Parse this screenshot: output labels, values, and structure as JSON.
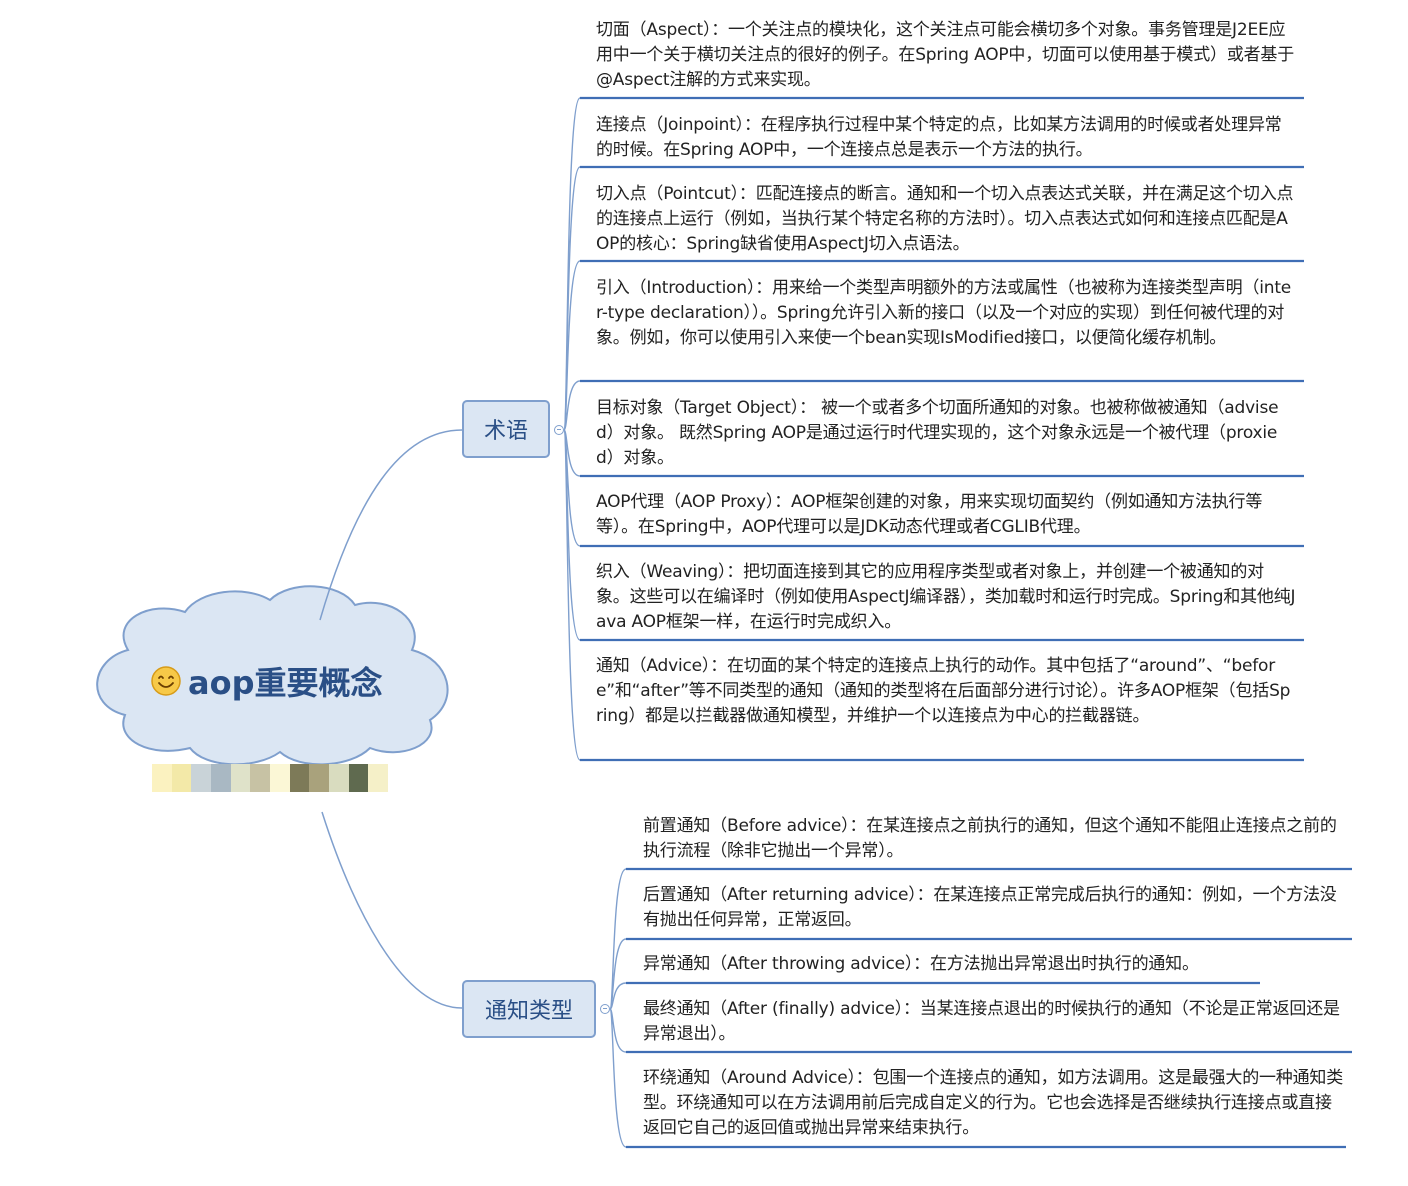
{
  "central_topic": {
    "emoji_icon": "smiling-face-icon",
    "title": "aop重要概念"
  },
  "branches": [
    {
      "label": "术语",
      "items": [
        "切面（Aspect）：一个关注点的模块化，这个关注点可能会横切多个对象。事务管理是J2EE应用中一个关于横切关注点的很好的例子。在Spring AOP中，切面可以使用基于模式）或者基于@Aspect注解的方式来实现。",
        "连接点（Joinpoint）：在程序执行过程中某个特定的点，比如某方法调用的时候或者处理异常的时候。在Spring AOP中，一个连接点总是表示一个方法的执行。",
        "切入点（Pointcut）：匹配连接点的断言。通知和一个切入点表达式关联，并在满足这个切入点的连接点上运行（例如，当执行某个特定名称的方法时）。切入点表达式如何和连接点匹配是AOP的核心：Spring缺省使用AspectJ切入点语法。",
        "引入（Introduction）：用来给一个类型声明额外的方法或属性（也被称为连接类型声明（inter-type declaration））。Spring允许引入新的接口（以及一个对应的实现）到任何被代理的对象。例如，你可以使用引入来使一个bean实现IsModified接口，以便简化缓存机制。",
        "目标对象（Target Object）： 被一个或者多个切面所通知的对象。也被称做被通知（advised）对象。 既然Spring AOP是通过运行时代理实现的，这个对象永远是一个被代理（proxied）对象。",
        "AOP代理（AOP Proxy）：AOP框架创建的对象，用来实现切面契约（例如通知方法执行等等）。在Spring中，AOP代理可以是JDK动态代理或者CGLIB代理。",
        "织入（Weaving）：把切面连接到其它的应用程序类型或者对象上，并创建一个被通知的对象。这些可以在编译时（例如使用AspectJ编译器），类加载时和运行时完成。Spring和其他纯Java AOP框架一样，在运行时完成织入。",
        "通知（Advice）：在切面的某个特定的连接点上执行的动作。其中包括了“around”、“before”和“after”等不同类型的通知（通知的类型将在后面部分进行讨论）。许多AOP框架（包括Spring）都是以拦截器做通知模型，并维护一个以连接点为中心的拦截器链。"
      ]
    },
    {
      "label": "通知类型",
      "items": [
        "前置通知（Before advice）：在某连接点之前执行的通知，但这个通知不能阻止连接点之前的执行流程（除非它抛出一个异常）。",
        "后置通知（After returning advice）：在某连接点正常完成后执行的通知：例如，一个方法没有抛出任何异常，正常返回。",
        "异常通知（After throwing advice）：在方法抛出异常退出时执行的通知。",
        "最终通知（After (finally) advice）：当某连接点退出的时候执行的通知（不论是正常返回还是异常退出）。",
        "环绕通知（Around Advice）：包围一个连接点的通知，如方法调用。这是最强大的一种通知类型。环绕通知可以在方法调用前后完成自定义的行为。它也会选择是否继续执行连接点或直接返回它自己的返回值或抛出异常来结束执行。"
      ]
    }
  ],
  "colors": {
    "line": "#7f9fcd",
    "underline": "#3f6eb5",
    "cloud_fill": "#dbe6f3",
    "text": "#222222",
    "title": "#2a4f86"
  }
}
